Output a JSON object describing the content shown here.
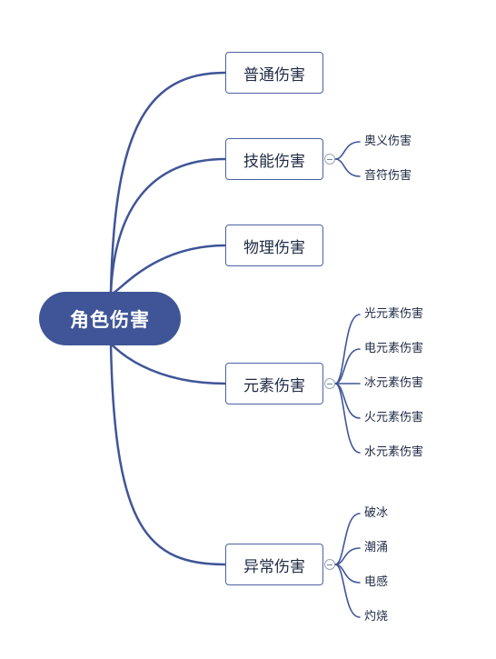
{
  "root": {
    "label": "角色伤害"
  },
  "branches": [
    {
      "label": "普通伤害",
      "children": []
    },
    {
      "label": "技能伤害",
      "children": [
        "奥义伤害",
        "音符伤害"
      ]
    },
    {
      "label": "物理伤害",
      "children": []
    },
    {
      "label": "元素伤害",
      "children": [
        "光元素伤害",
        "电元素伤害",
        "冰元素伤害",
        "火元素伤害",
        "水元素伤害"
      ]
    },
    {
      "label": "异常伤害",
      "children": [
        "破冰",
        "潮涌",
        "电感",
        "灼烧"
      ]
    }
  ],
  "colors": {
    "root_fill": "#3f5597",
    "line": "#3f5597",
    "branch_border": "#4c62a3"
  }
}
